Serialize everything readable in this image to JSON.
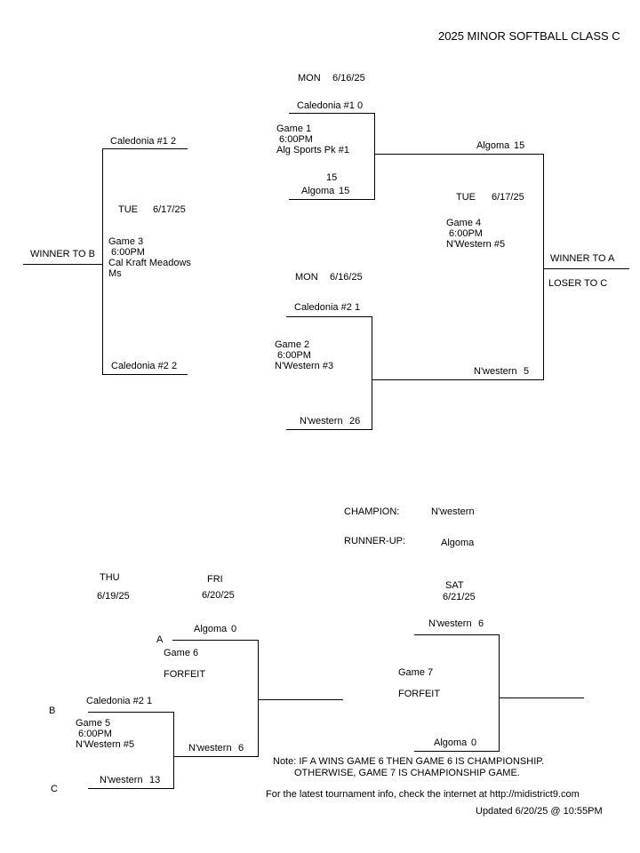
{
  "title": "2025 MINOR SOFTBALL CLASS C",
  "game1": {
    "day": "MON",
    "date": "6/16/25",
    "team_top": "Caledonia #1",
    "score_top": "0",
    "info": "Game 1\n 6:00PM\nAlg Sports Pk #1",
    "inning": "15",
    "team_bottom": "Algoma",
    "score_bottom": "15"
  },
  "game2": {
    "day": "MON",
    "date": "6/16/25",
    "team_top": "Caledonia #2",
    "score_top": "1",
    "info": "Game 2\n 6:00PM\nN'Western #3",
    "team_bottom": "N'western",
    "score_bottom": "26"
  },
  "game3": {
    "day": "TUE",
    "date": "6/17/25",
    "team_top": "Caledonia #1",
    "score_top": "2",
    "info": "Game 3\n 6:00PM\nCal Kraft Meadows\nMs",
    "team_bottom": "Caledonia #2",
    "score_bottom": "2",
    "winner_label": "WINNER TO B"
  },
  "game4": {
    "day": "TUE",
    "date": "6/17/25",
    "team_top": "Algoma",
    "score_top": "15",
    "info": "Game 4\n 6:00PM\nN'Western #5",
    "team_bottom": "N'western",
    "score_bottom": "5",
    "winner_label": "WINNER TO A",
    "loser_label": "LOSER TO C"
  },
  "results": {
    "champion_label": "CHAMPION:",
    "champion": "N'western",
    "runnerup_label": "RUNNER-UP:",
    "runnerup": "Algoma"
  },
  "game5": {
    "day": "THU",
    "date": "6/19/25",
    "slot_b": "B",
    "slot_c": "C",
    "team_top": "Caledonia #2",
    "score_top": "1",
    "info": "Game 5\n 6:00PM\nN'Western #5",
    "team_bottom": "N'western",
    "score_bottom": "13"
  },
  "game6": {
    "day": "FRI",
    "date": "6/20/25",
    "slot_a": "A",
    "team_top": "Algoma",
    "score_top": "0",
    "info": "Game 6",
    "status": "FORFEIT",
    "team_bottom": "N'western",
    "score_bottom": "6"
  },
  "game7": {
    "day": "SAT",
    "date": "6/21/25",
    "team_top": "N'western",
    "score_top": "6",
    "info": "Game 7",
    "status": "FORFEIT",
    "team_bottom": "Algoma",
    "score_bottom": "0"
  },
  "note": {
    "line1": "Note: IF A WINS GAME 6 THEN GAME 6 IS CHAMPIONSHIP.",
    "line2": "OTHERWISE, GAME 7 IS CHAMPIONSHIP GAME."
  },
  "footer": {
    "info": "For the latest tournament info, check the internet at http://midistrict9.com",
    "updated": "Updated  6/20/25 @ 10:55PM"
  }
}
